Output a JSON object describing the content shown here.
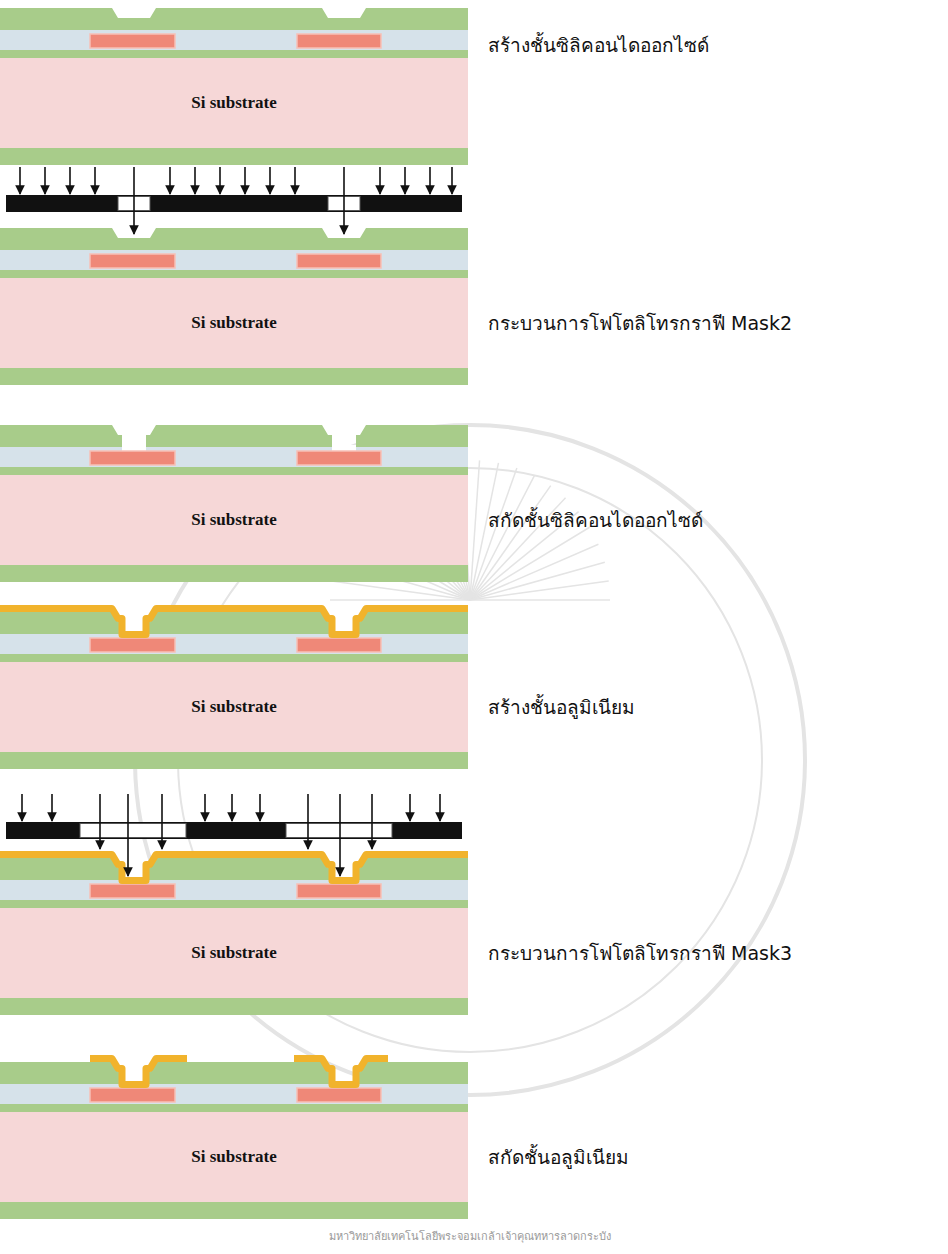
{
  "diagram": {
    "nodes": [
      {
        "text": [
          "Si substrate"
        ]
      },
      {
        "text": [
          "Si substrate"
        ]
      },
      {
        "text": [
          "Si substrate"
        ]
      },
      {
        "text": [
          "Si substrate"
        ]
      },
      {
        "text": [
          "Si substrate"
        ]
      },
      {
        "text": [
          "Si substrate"
        ]
      }
    ],
    "labels": [
      "สร้างชั้นซิลิคอนไดออกไซด์",
      "กระบวนการโฟโตลิโทรกราฟี Mask2",
      "สกัดชั้นซิลิคอนไดออกไซด์",
      "สร้างชั้นอลูมิเนียม",
      "กระบวนการโฟโตลิโทรกราฟี Mask3",
      "สกัดชั้นอลูมิเนียม",
      "มหาวิทยาลัยเทคโนโลยีพระจอมเกล้าเจ้าคุณทหารลาดกระบัง"
    ]
  }
}
